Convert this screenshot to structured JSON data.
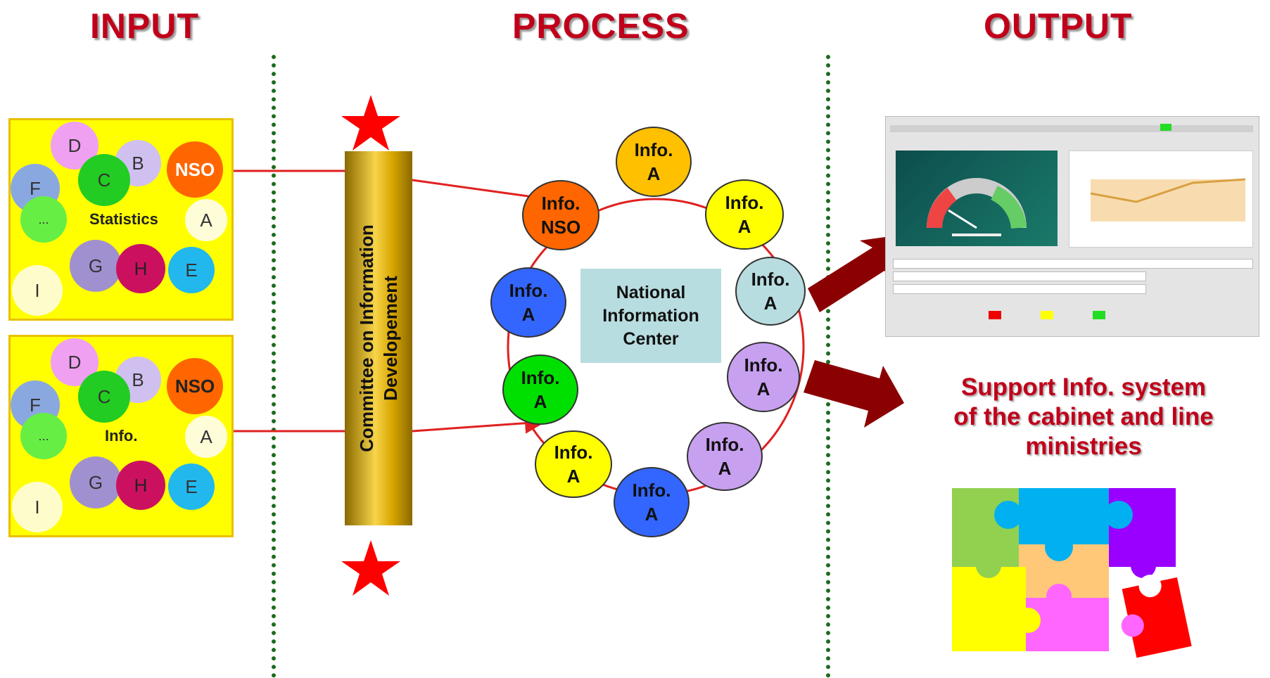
{
  "headings": {
    "input": "INPUT",
    "process": "PROCESS",
    "output": "OUTPUT"
  },
  "panel_top": {
    "title": "Statistics",
    "bubbles": {
      "d": "D",
      "b": "B",
      "f": "F",
      "c": "C",
      "nso": "NSO",
      "dots": "...",
      "a": "A",
      "i": "I",
      "g": "G",
      "h": "H",
      "e": "E"
    }
  },
  "panel_bottom": {
    "title": "Info.",
    "bubbles": {
      "d": "D",
      "b": "B",
      "f": "F",
      "c": "C",
      "nso": "NSO",
      "dots": "...",
      "a": "A",
      "i": "I",
      "g": "G",
      "h": "H",
      "e": "E"
    }
  },
  "committee": {
    "line1": "Committee on Information",
    "line2": "Developement"
  },
  "center": {
    "line1": "National",
    "line2": "Information",
    "line3": "Center"
  },
  "nodes": [
    {
      "l1": "Info.",
      "l2": "A",
      "color": "#ffc000"
    },
    {
      "l1": "Info.",
      "l2": "A",
      "color": "#ffff00"
    },
    {
      "l1": "Info.",
      "l2": "A",
      "color": "#b8dde0"
    },
    {
      "l1": "Info.",
      "l2": "A",
      "color": "#c8a0f0"
    },
    {
      "l1": "Info.",
      "l2": "A",
      "color": "#c8a0f0"
    },
    {
      "l1": "Info.",
      "l2": "A",
      "color": "#3366ff"
    },
    {
      "l1": "Info.",
      "l2": "A",
      "color": "#ffff00"
    },
    {
      "l1": "Info.",
      "l2": "A",
      "color": "#00e000"
    },
    {
      "l1": "Info.",
      "l2": "A",
      "color": "#3366ff"
    },
    {
      "l1": "Info.",
      "l2": "NSO",
      "color": "#ff6600"
    }
  ],
  "support": {
    "line1": "Support Info. system",
    "line2": "of the cabinet and line",
    "line3": "ministries"
  },
  "colors": {
    "heading": "#c0001a",
    "arrow": "#8b0000",
    "star": "#ff0000",
    "line": "#e02020",
    "divider": "#1e6b1e"
  }
}
